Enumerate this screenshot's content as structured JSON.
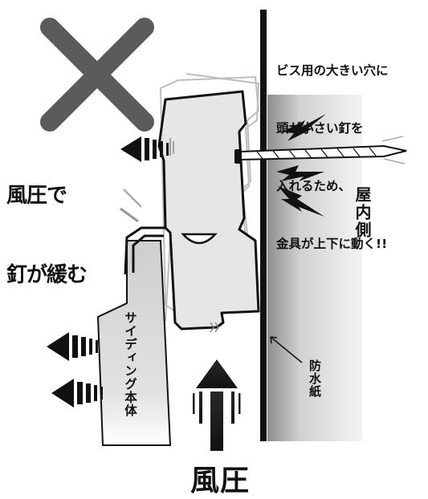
{
  "caption_lines": [
    "ビス用の大きい穴に",
    "頭が小さい釘を",
    "入れるため、",
    "金具が上下に動く!!"
  ],
  "wind_effect_lines": [
    "風圧で",
    "釘が緩む"
  ],
  "wind_label": "風圧",
  "indoor_label": "屋内側",
  "waterproof_paper_label": "防水紙",
  "siding_label": "サイディング本体",
  "colors": {
    "cross": "#5b5b5b",
    "wall_gradient_start": "#8e8e8e",
    "wall_gradient_end": "#f4f4f4",
    "bracket_fill": "#e6e6e6",
    "siding_fill": "#d9d9d9",
    "ink": "#111111"
  },
  "icons": [
    "cross-mark-icon",
    "wind-arrow-icon",
    "lightning-icon",
    "nail-icon"
  ]
}
